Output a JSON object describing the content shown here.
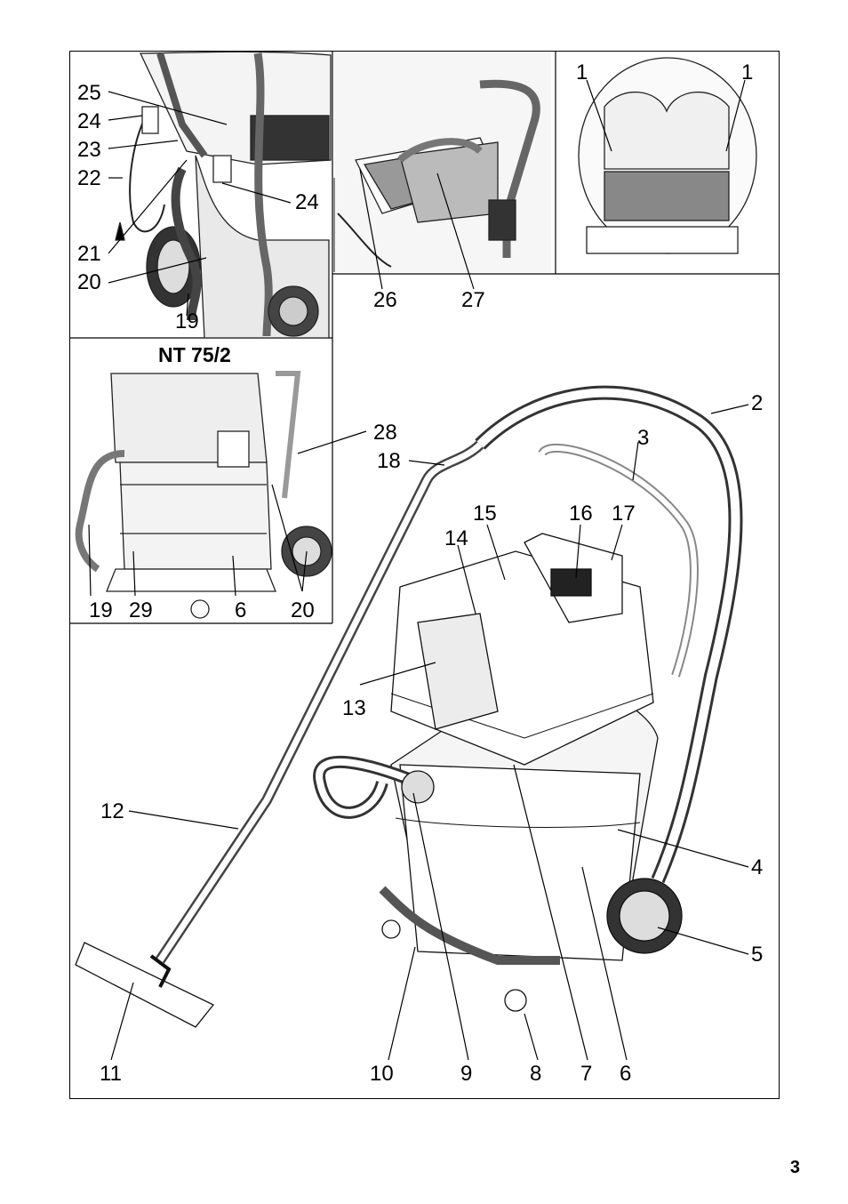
{
  "inset_model_label": "NT 75/2",
  "page_number": "3",
  "labels": {
    "l25": "25",
    "l24a": "24",
    "l23": "23",
    "l22": "22",
    "l24b": "24",
    "l21": "21",
    "l20a": "20",
    "l19a": "19",
    "l26": "26",
    "l27": "27",
    "l1a": "1",
    "l1b": "1",
    "l28": "28",
    "l19b": "19",
    "l29": "29",
    "l6a": "6",
    "l20b": "20",
    "l2": "2",
    "l3": "3",
    "l18": "18",
    "l15": "15",
    "l16": "16",
    "l17": "17",
    "l14": "14",
    "l13": "13",
    "l12": "12",
    "l4": "4",
    "l5": "5",
    "l11": "11",
    "l10": "10",
    "l9": "9",
    "l8": "8",
    "l7": "7",
    "l6b": "6"
  }
}
